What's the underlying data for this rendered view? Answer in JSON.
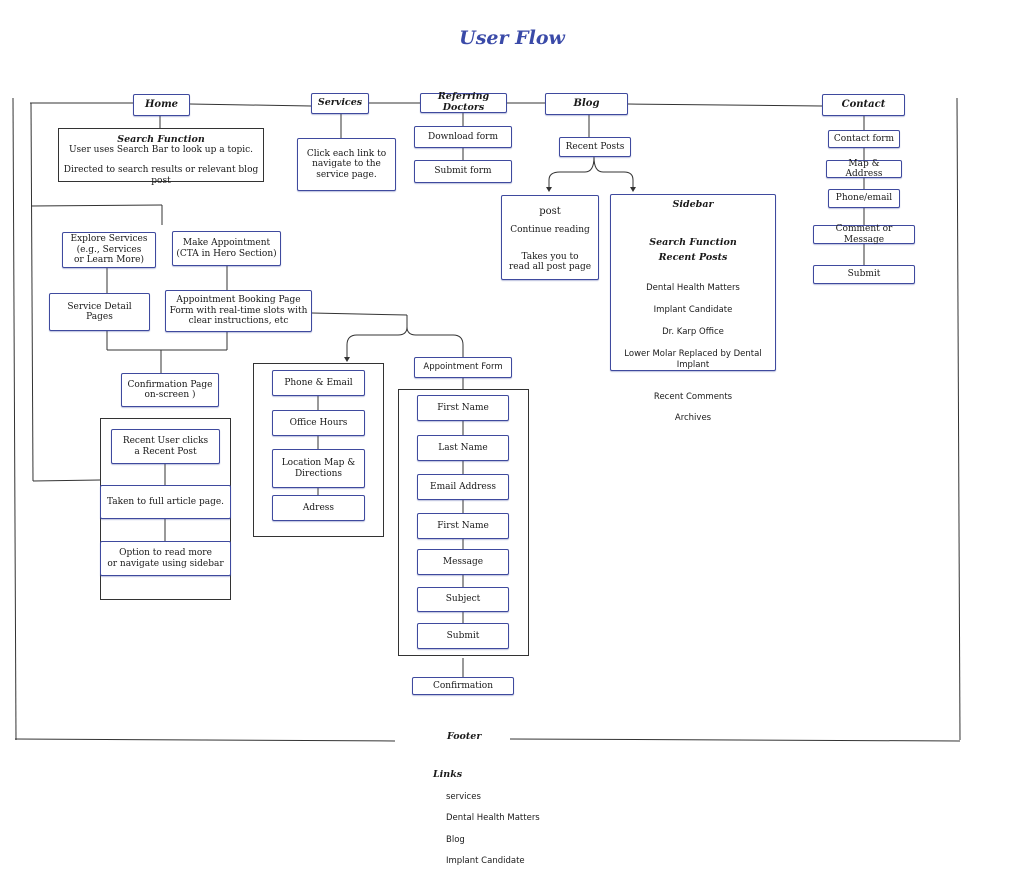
{
  "title": "User Flow",
  "nav": {
    "home": "Home",
    "services": "Services",
    "referring": "Referring Doctors",
    "blog": "Blog",
    "contact": "Contact"
  },
  "search": {
    "heading": "Search Function",
    "line1": "User uses Search Bar to look up a topic.",
    "line2": "Directed to search results or relevant blog post"
  },
  "services_note": "Click each link to\nnavigate to the\nservice page.",
  "referring": {
    "download": "Download form",
    "submit": "Submit form"
  },
  "blog": {
    "recent_posts": "Recent Posts",
    "post": {
      "title": "post",
      "continue": "Continue reading",
      "takes": "Takes you to\nread all post page"
    },
    "sidebar": {
      "title": "Sidebar",
      "search": "Search Function",
      "recent_posts": "Recent Posts",
      "items": [
        "Dental Health Matters",
        "Implant Candidate",
        "Dr. Karp Office",
        "Lower Molar Replaced by Dental Implant"
      ],
      "recent_comments": "Recent Comments",
      "archives": "Archives"
    }
  },
  "contact": {
    "form": "Contact form",
    "map": "Map & Address",
    "phone": "Phone/email",
    "comment": "Comment or Message",
    "submit": "Submit"
  },
  "home_flow": {
    "explore": "Explore Services\n(e.g., Services\n  or Learn More)",
    "make_appt": "Make Appointment\n(CTA in Hero Section)",
    "service_detail": "Service Detail Pages",
    "booking": "Appointment Booking Page\nForm with real-time slots  with\nclear instructions, etc",
    "confirmation": "Confirmation Page\non-screen )"
  },
  "blog_user": {
    "recent": "Recent User clicks\na Recent Post",
    "full": "Taken to full article page.",
    "option": "Option to read more\nor navigate using sidebar"
  },
  "office": {
    "phone_email": "Phone & Email",
    "hours": "Office Hours",
    "map": "Location Map &\nDirections",
    "address": "Adress"
  },
  "appointment_form": {
    "title": "Appointment Form",
    "fields": [
      "First Name",
      "Last Name",
      "Email Address",
      "First Name",
      "Message",
      "Subject",
      "Submit"
    ],
    "confirmation": "Confirmation"
  },
  "footer": {
    "label": "Footer",
    "links_title": "Links",
    "links": [
      "services",
      "Dental Health Matters",
      "Blog",
      "Implant Candidate"
    ]
  },
  "colors": {
    "accent": "#3a4aa8",
    "box_border": "#3f4a9e",
    "line": "#333333"
  }
}
